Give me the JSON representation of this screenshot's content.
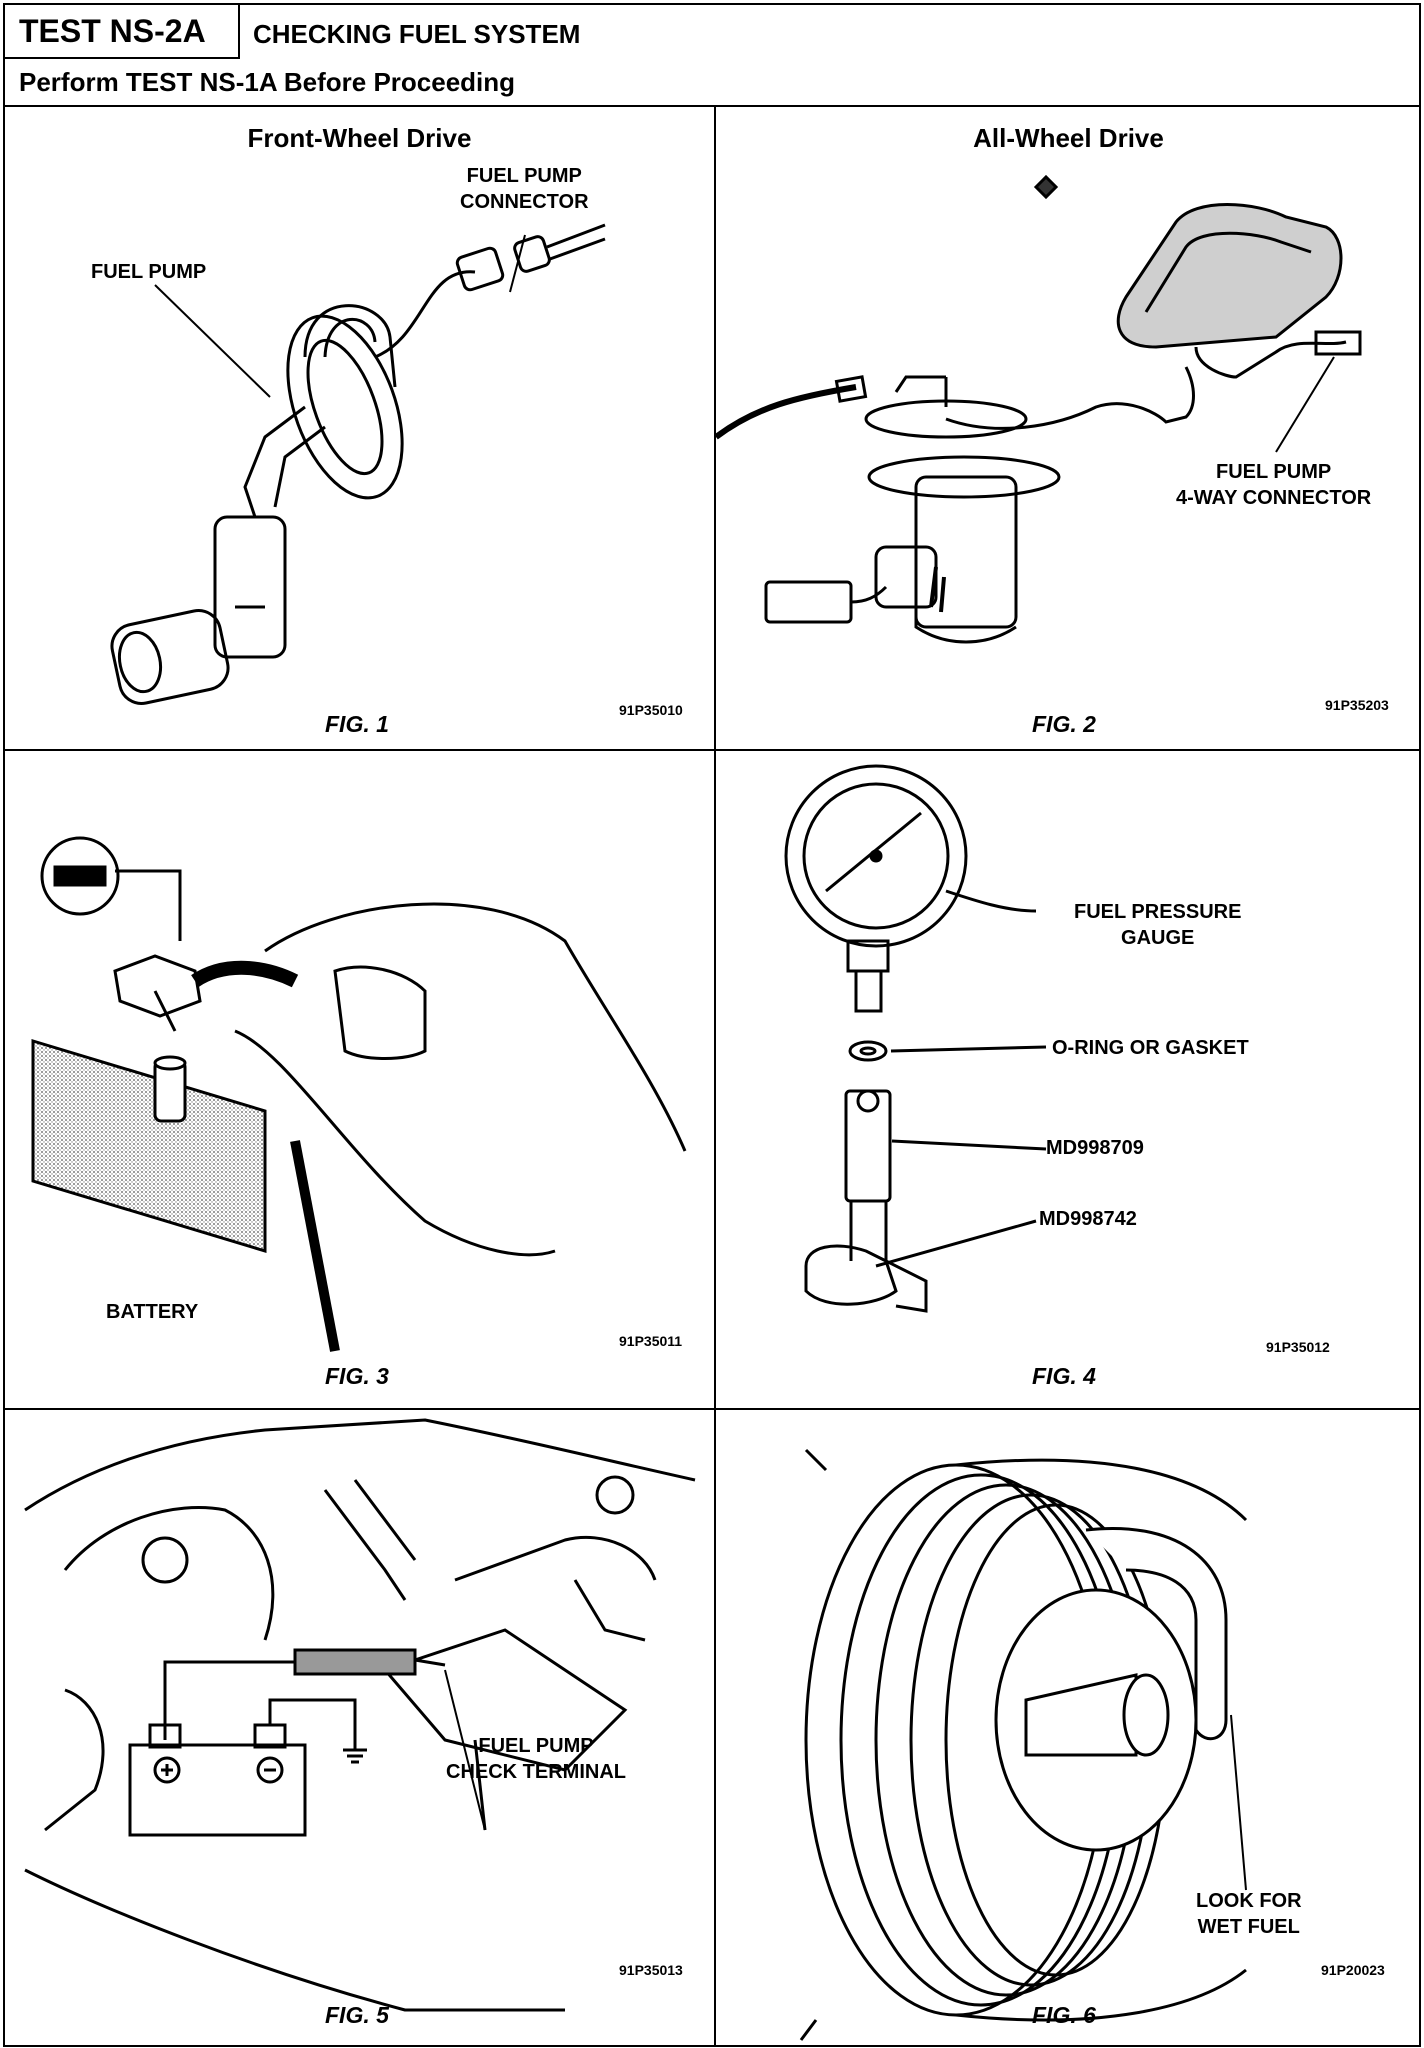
{
  "header": {
    "test_id": "TEST NS-2A",
    "title": "CHECKING FUEL SYSTEM",
    "instruction": "Perform TEST NS-1A Before Proceeding"
  },
  "figures": [
    {
      "title": "Front-Wheel Drive",
      "labels": [
        "FUEL PUMP\nCONNECTOR",
        "FUEL PUMP"
      ],
      "code": "91P35010",
      "caption": "FIG. 1"
    },
    {
      "title": "All-Wheel Drive",
      "labels": [
        "FUEL PUMP\n4-WAY CONNECTOR"
      ],
      "code": "91P35203",
      "caption": "FIG. 2"
    },
    {
      "labels": [
        "BATTERY"
      ],
      "code": "91P35011",
      "caption": "FIG. 3"
    },
    {
      "labels": [
        "FUEL PRESSURE\nGAUGE",
        "O-RING OR GASKET",
        "MD998709",
        "MD998742"
      ],
      "code": "91P35012",
      "caption": "FIG. 4"
    },
    {
      "labels": [
        "FUEL PUMP\nCHECK TERMINAL"
      ],
      "code": "91P35013",
      "caption": "FIG. 5"
    },
    {
      "labels": [
        "LOOK FOR\nWET FUEL"
      ],
      "code": "91P20023",
      "caption": "FIG. 6"
    }
  ]
}
